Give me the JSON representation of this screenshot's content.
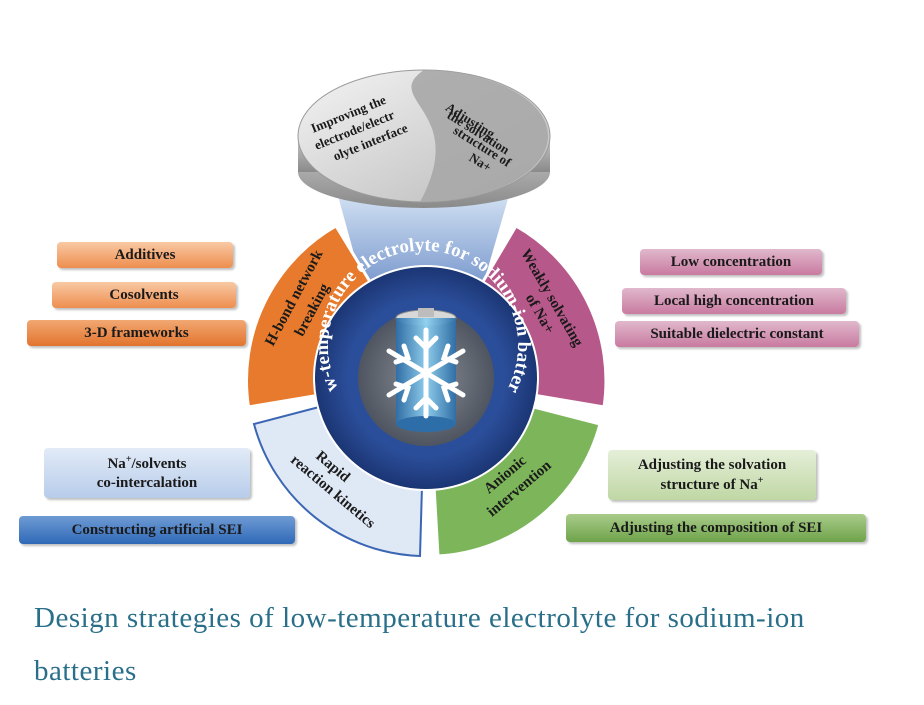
{
  "center_title": "Low-temperature electrolyte for sodium-ion batteries",
  "top_disk": {
    "left_text": [
      "Improving the",
      "electrode/electr",
      "olyte interface"
    ],
    "right_text": [
      "Adjusting",
      "the solvation",
      "structure of",
      "Na+"
    ]
  },
  "sectors": {
    "hbond": [
      "H-bond network",
      "breaking"
    ],
    "weakly": [
      "Weakly solvating",
      "of Na+"
    ],
    "rapid": [
      "Rapid",
      "reaction kinetics"
    ],
    "anionic": [
      "Anionic",
      "intervention"
    ]
  },
  "left_top_tags": [
    "Additives",
    "Cosolvents",
    "3-D frameworks"
  ],
  "right_top_tags": [
    "Low concentration",
    "Local high concentration",
    "Suitable dielectric constant"
  ],
  "left_bottom_tags": {
    "line1_pre": "Na",
    "line1_sup": "+",
    "line1_post": "/solvents",
    "line2": "co-intercalation",
    "dark": "Constructing artificial SEI"
  },
  "right_bottom_tags": {
    "line1": "Adjusting the solvation",
    "line2_pre": "structure of Na",
    "line2_sup": "+",
    "dark": "Adjusting the composition of  SEI"
  },
  "caption": "Design strategies of low-temperature electrolyte for sodium-ion batteries"
}
